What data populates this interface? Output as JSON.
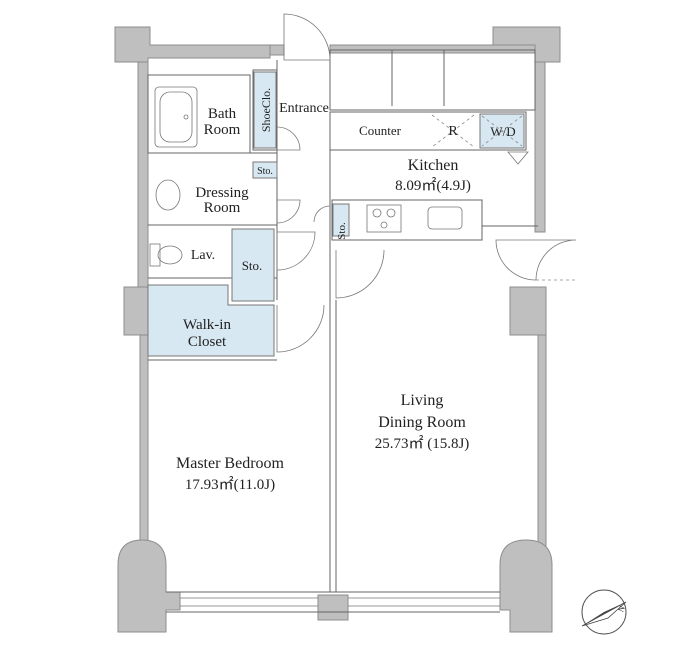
{
  "rooms": {
    "bath_1": "Bath",
    "bath_2": "Room",
    "shoe_closet": "ShoeClo.",
    "entrance": "Entrance",
    "counter": "Counter",
    "refrigerator": "R",
    "washer_dryer": "W/D",
    "kitchen_name": "Kitchen",
    "kitchen_area": "8.09㎡(4.9J)",
    "sto_top": "Sto.",
    "dressing_1": "Dressing",
    "dressing_2": "Room",
    "sto_kitchen": "Sto.",
    "lav": "Lav.",
    "sto_middle": "Sto.",
    "walkin_1": "Walk-in",
    "walkin_2": "Closet",
    "living_1": "Living",
    "living_2": "Dining Room",
    "living_area": "25.73㎡ (15.8J)",
    "master_name": "Master Bedroom",
    "master_area": "17.93㎡(11.0J)"
  },
  "compass": {
    "north_label": "N"
  }
}
